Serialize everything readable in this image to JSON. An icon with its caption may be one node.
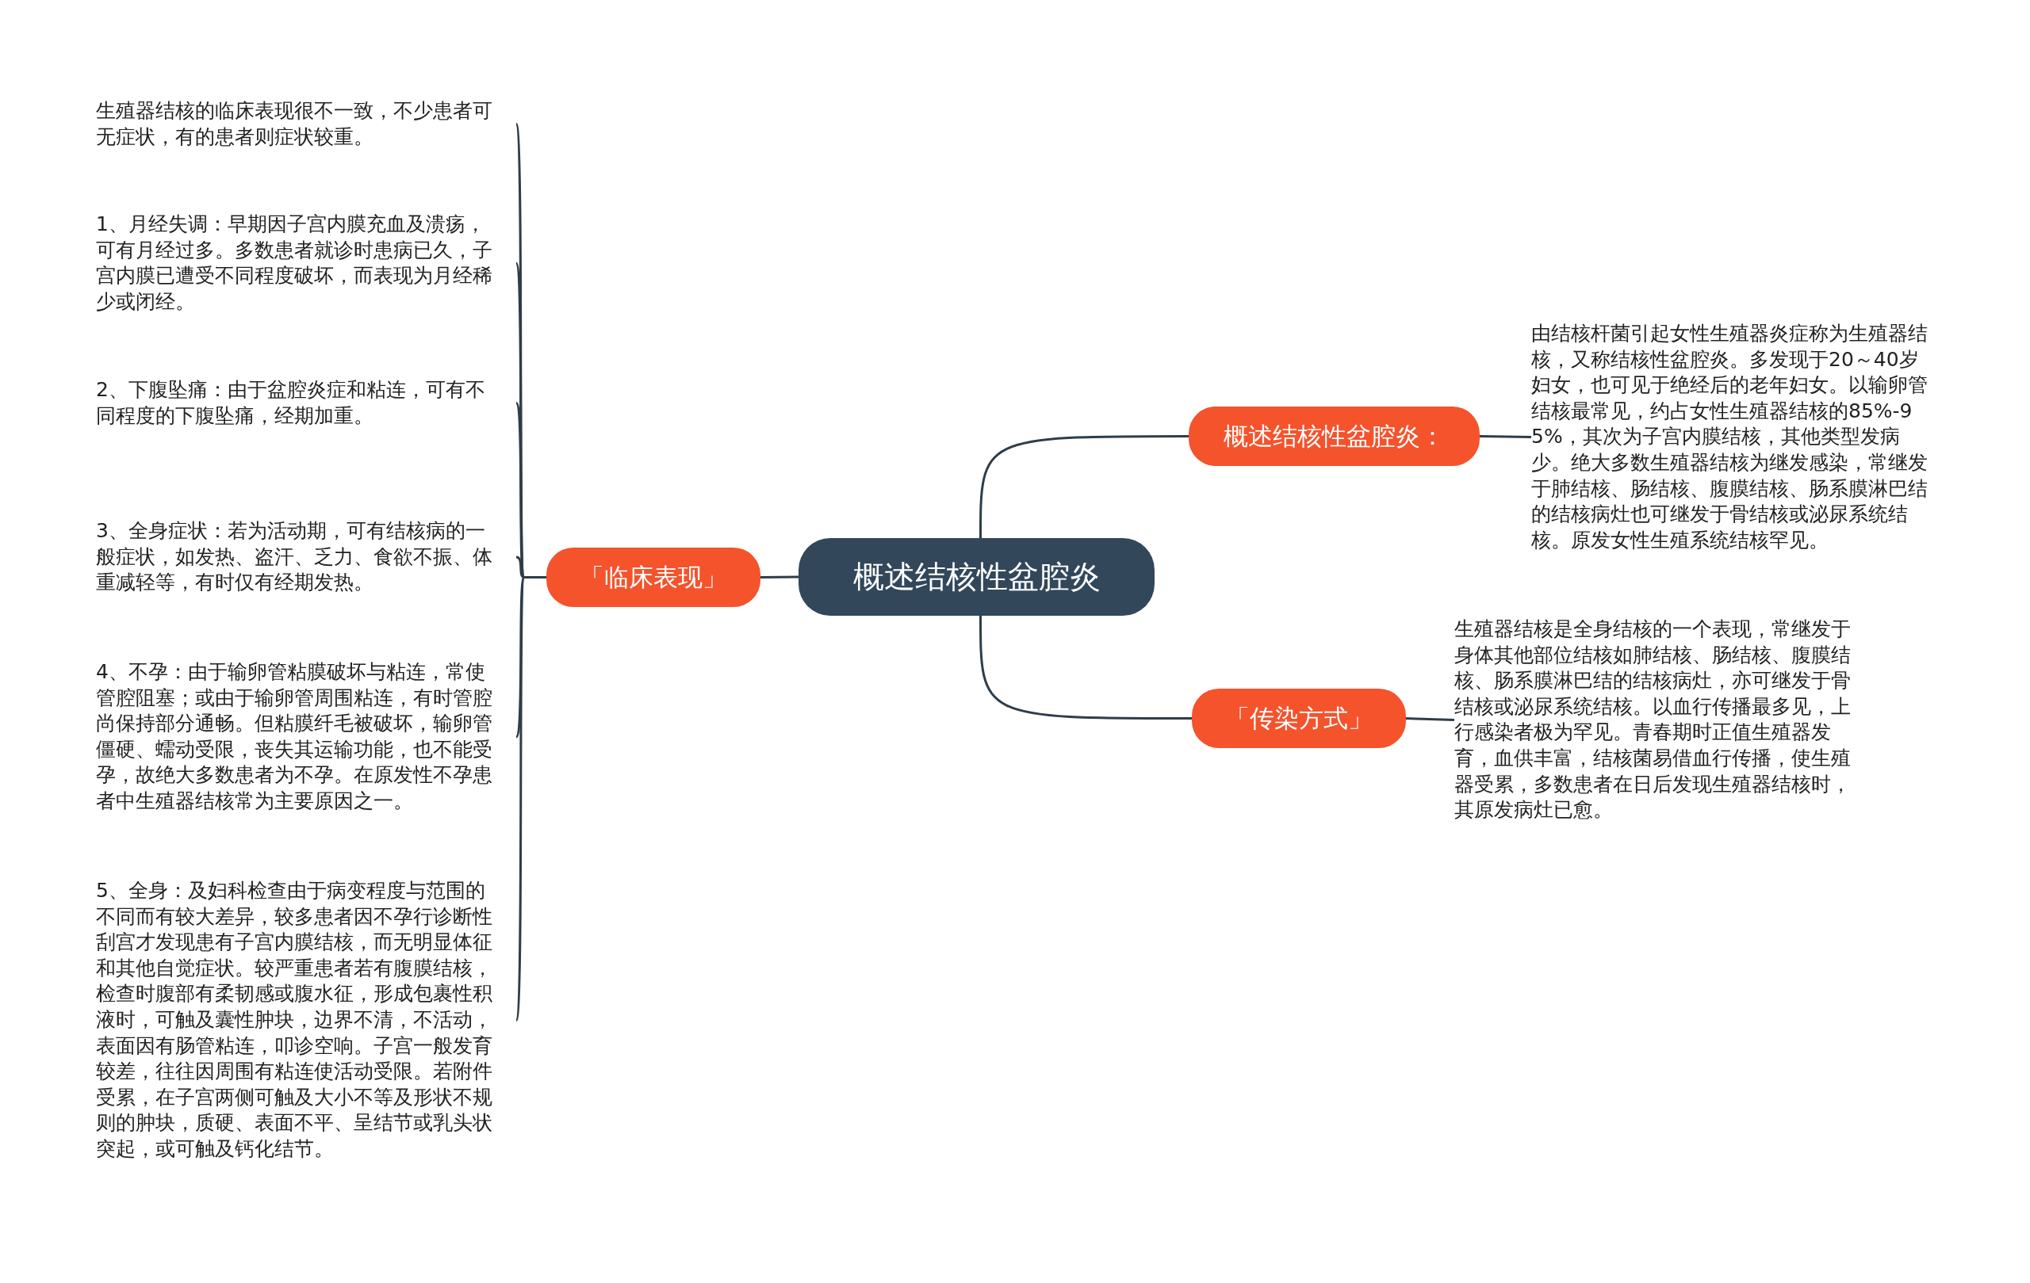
{
  "diagram": {
    "nodes": [
      {
        "text": [
          "概述结核性盆腔炎"
        ]
      },
      {
        "text": [
          "「临床表现」"
        ]
      },
      {
        "text": [
          "生殖器结核的临床表现很不一致，不少患者可无症状，有的患者则症状较重。"
        ]
      },
      {
        "text": [
          "1、月经失调：早期因子宫内膜充血及溃疡，可有月经过多。多数患者就诊时患病已久，子宫内膜已遭受不同程度破坏，而表现为月经稀少或闭经。"
        ]
      },
      {
        "text": [
          "2、下腹坠痛：由于盆腔炎症和粘连，可有不同程度的下腹坠痛，经期加重。"
        ]
      },
      {
        "text": [
          "3、全身症状：若为活动期，可有结核病的一般症状，如发热、盗汗、乏力、食欲不振、体重减轻等，有时仅有经期发热。"
        ]
      },
      {
        "text": [
          "4、不孕：由于输卵管粘膜破坏与粘连，常使管腔阻塞；或由于输卵管周围粘连，有时管腔尚保持部分通畅。但粘膜纤毛被破坏，输卵管僵硬、蠕动受限，丧失其运输功能，也不能受孕，故绝大多数患者为不孕。在原发性不孕患者中生殖器结核常为主要原因之一。"
        ]
      },
      {
        "text": [
          "5、全身：及妇科检查由于病变程度与范围的不同而有较大差异，较多患者因不孕行诊断性刮宫才发现患有子宫内膜结核，而无明显体征和其他自觉症状。较严重患者若有腹膜结核，检查时腹部有柔韧感或腹水征，形成包裹性积液时，可触及囊性肿块，边界不清，不活动，表面因有肠管粘连，叩诊空响。子宫一般发育较差，往往因周围有粘连使活动受限。若附件受累，在子宫两侧可触及大小不等及形状不规则的肿块，质硬、表面不平、呈结节或乳头状突起，或可触及钙化结节。"
        ]
      },
      {
        "text": [
          "概述结核性盆腔炎："
        ]
      },
      {
        "text": [
          "由结核杆菌引起女性生殖器炎症称为生殖器结核，又称结核性盆腔炎。多发现于20～40岁妇女，也可见于绝经后的老年妇女。以输卵管结核最常见，约占女性生殖器结核的85%-95%，其次为子宫内膜结核，其他类型发病少。绝大多数生殖器结核为继发感染，常继发于肺结核、肠结核、腹膜结核、肠系膜淋巴结的结核病灶也可继发于骨结核或泌尿系统结核。原发女性生殖系统结核罕见。"
        ]
      },
      {
        "text": [
          "「传染方式」"
        ]
      },
      {
        "text": [
          "生殖器结核是全身结核的一个表现，常继发于身体其他部位结核如肺结核、肠结核、腹膜结核、肠系膜淋巴结的结核病灶，亦可继发于骨结核或泌尿系统结核。以血行传播最多见，上行感染者极为罕见。青春期时正值生殖器发育，血供丰富，结核菌易借血行传播，使生殖器受累，多数患者在日后发现生殖器结核时，其原发病灶已愈。"
        ]
      }
    ],
    "edges": [
      {
        "from": 0,
        "to": 1,
        "arrow": "none"
      },
      {
        "from": 1,
        "to": 2,
        "arrow": "none"
      },
      {
        "from": 1,
        "to": 3,
        "arrow": "none"
      },
      {
        "from": 1,
        "to": 4,
        "arrow": "none"
      },
      {
        "from": 1,
        "to": 5,
        "arrow": "none"
      },
      {
        "from": 1,
        "to": 6,
        "arrow": "none"
      },
      {
        "from": 1,
        "to": 7,
        "arrow": "none"
      },
      {
        "from": 0,
        "to": 8,
        "arrow": "none"
      },
      {
        "from": 8,
        "to": 9,
        "arrow": "none"
      },
      {
        "from": 0,
        "to": 10,
        "arrow": "none"
      },
      {
        "from": 10,
        "to": 11,
        "arrow": "none"
      }
    ]
  }
}
